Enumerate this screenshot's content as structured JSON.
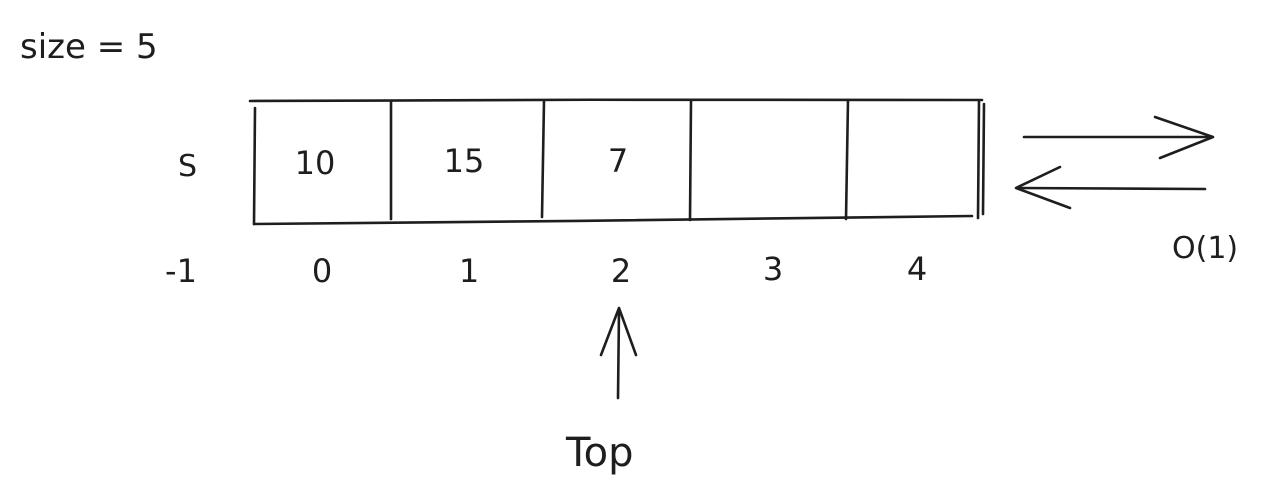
{
  "size_label": "size = 5",
  "row_label": "S",
  "cells": [
    "10",
    "15",
    "7",
    "",
    ""
  ],
  "indices": [
    "-1",
    "0",
    "1",
    "2",
    "3",
    "4"
  ],
  "complexity": "O(1)",
  "pointer_label": "Top"
}
